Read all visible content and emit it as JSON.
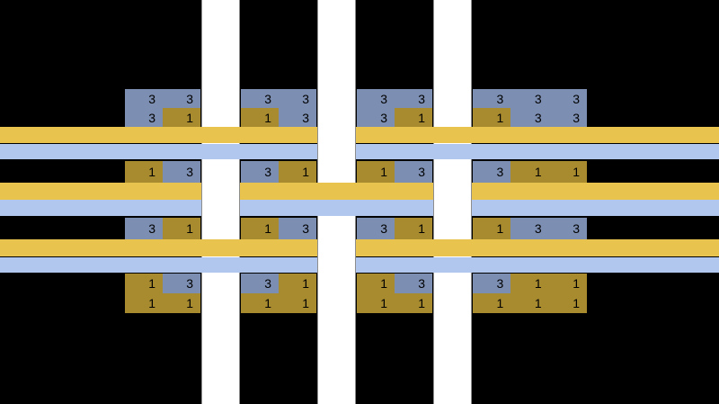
{
  "diagram_title": "",
  "colors": {
    "background": "#000000",
    "gold_band": "#e8c34e",
    "blue_band": "#b1c7ee",
    "gold_cell": "#a88b2e",
    "blue_cell": "#7c8eb2",
    "strip_fill": "#ffffff",
    "strip_border": "#8d8d8d",
    "number_text": "#000000"
  },
  "grid": {
    "column_groups": [
      2,
      2,
      2,
      3
    ],
    "value_colors": {
      "3": "blue_cell",
      "1": "gold_cell"
    },
    "rows": [
      {
        "name": "row-A",
        "lines": [
          [
            3,
            3,
            3,
            3,
            3,
            3,
            3,
            3,
            3
          ],
          [
            3,
            1,
            1,
            3,
            3,
            1,
            1,
            3,
            3
          ]
        ]
      },
      {
        "name": "row-B",
        "lines": [
          [
            1,
            3,
            3,
            1,
            1,
            3,
            3,
            1,
            1
          ]
        ]
      },
      {
        "name": "row-C",
        "lines": [
          [
            3,
            1,
            1,
            3,
            3,
            1,
            1,
            3,
            3
          ]
        ]
      },
      {
        "name": "row-D",
        "lines": [
          [
            1,
            3,
            3,
            1,
            1,
            3,
            3,
            1,
            1
          ],
          [
            1,
            1,
            1,
            1,
            1,
            1,
            1,
            1,
            1
          ]
        ]
      }
    ]
  },
  "bands": [
    {
      "name": "gold-band-1",
      "color": "gold_band",
      "pair": "pair-1"
    },
    {
      "name": "blue-band-1",
      "color": "blue_band",
      "pair": "pair-1"
    },
    {
      "name": "gold-band-2",
      "color": "gold_band",
      "pair": "pair-2"
    },
    {
      "name": "blue-band-2",
      "color": "blue_band",
      "pair": "pair-2"
    },
    {
      "name": "gold-band-3",
      "color": "gold_band",
      "pair": "pair-3"
    },
    {
      "name": "blue-band-3",
      "color": "blue_band",
      "pair": "pair-3"
    }
  ],
  "strips": [
    {
      "name": "strip-1",
      "over_pairs": [
        "pair-2"
      ]
    },
    {
      "name": "strip-2",
      "over_pairs": [
        "pair-1",
        "pair-3"
      ]
    },
    {
      "name": "strip-3",
      "over_pairs": [
        "pair-2"
      ]
    }
  ]
}
